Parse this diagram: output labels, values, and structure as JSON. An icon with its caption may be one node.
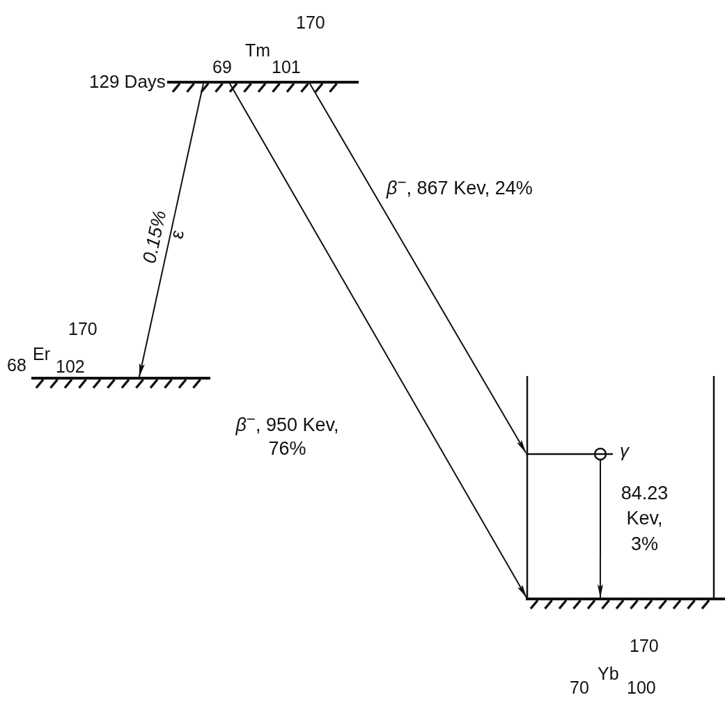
{
  "diagram": {
    "nodes": [
      {
        "text": [
          "170",
          "69",
          "Tm",
          "101"
        ],
        "beside": [
          "129 Days"
        ]
      },
      {
        "text": [
          "170",
          "68",
          "Er",
          "102"
        ]
      },
      {
        "text": [],
        "shape": "bar",
        "beside": [
          "γ"
        ]
      },
      {
        "text": [
          "170",
          "70",
          "Yb",
          "100"
        ]
      }
    ],
    "edges": [
      {
        "from": 0,
        "to": 1,
        "arrow": "to"
      },
      {
        "from": 0,
        "to": 3,
        "arrow": "to"
      },
      {
        "from": 0,
        "to": 2,
        "arrow": "to"
      },
      {
        "from": 2,
        "to": 3,
        "arrow": "to"
      }
    ],
    "labels": [
      "*β*$^{−}$, 867 Kev, 24%",
      "0.15%",
      "ε",
      "*β*$^{−}$, 950 Kev, 76%",
      "84.23 Kev, 3%"
    ]
  }
}
